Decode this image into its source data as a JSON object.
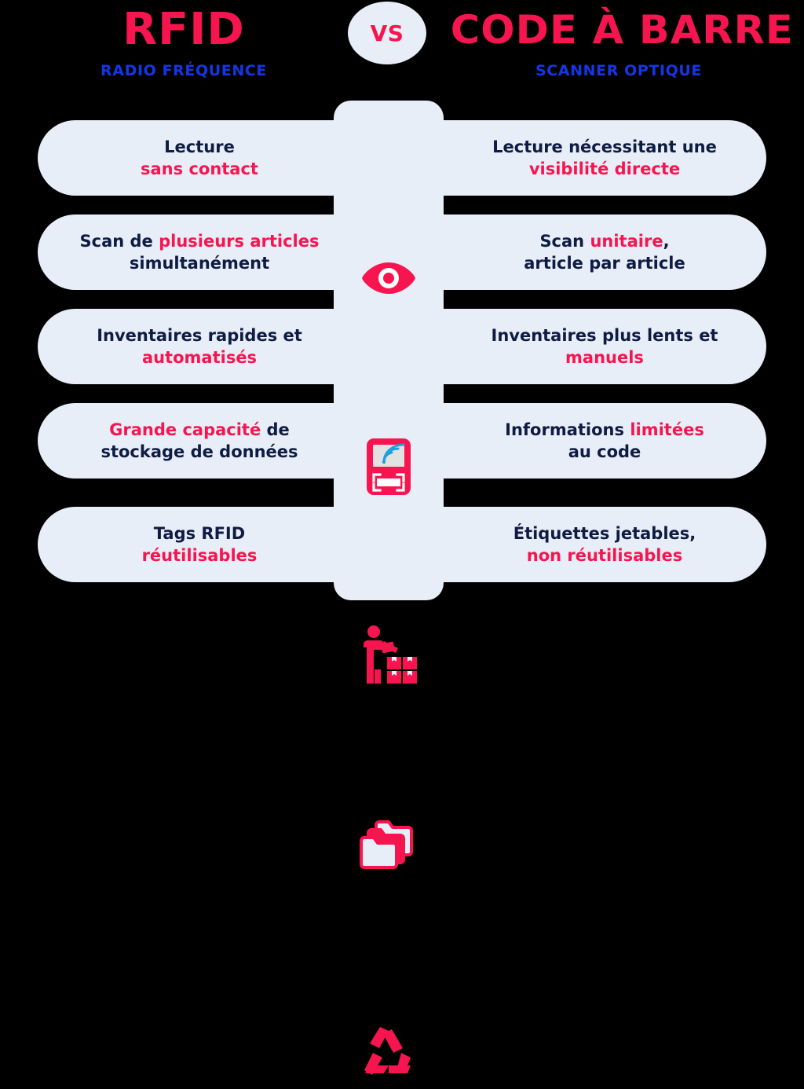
{
  "background_color": "#000000",
  "palette": {
    "pink": "#f7154f",
    "navy": "#0e1b42",
    "blue": "#1536e8",
    "panel": "#e8eef7",
    "screen_gray": "#e2e2e2",
    "wave_blue": "#1f9fe0"
  },
  "header": {
    "left": {
      "title": "RFID",
      "subtitle": "RADIO FRÉQUENCE"
    },
    "right": {
      "title": "CODE À BARRE",
      "subtitle": "SCANNER OPTIQUE"
    },
    "vs_label": "VS"
  },
  "rows": [
    {
      "icon": "eye-icon",
      "left": [
        {
          "text": "Lecture",
          "highlight": false
        },
        {
          "text": "sans contact",
          "highlight": true
        }
      ],
      "right": [
        {
          "text": "Lecture nécessitant une",
          "highlight": false
        },
        {
          "text": "visibilité directe",
          "highlight": true
        }
      ]
    },
    {
      "icon": "rfid-handheld-scanner-icon",
      "left": [
        {
          "text": "Scan de ",
          "highlight": false,
          "inline": true
        },
        {
          "text": "plusieurs articles",
          "highlight": true,
          "inline": true
        },
        {
          "text": "simultanément",
          "highlight": false
        }
      ],
      "right": [
        {
          "text": "Scan ",
          "highlight": false,
          "inline": true
        },
        {
          "text": "unitaire",
          "highlight": true,
          "inline": true
        },
        {
          "text": ",",
          "highlight": false,
          "inline": true
        },
        {
          "text": "article par article",
          "highlight": false
        }
      ]
    },
    {
      "icon": "inventory-worker-boxes-icon",
      "left": [
        {
          "text": "Inventaires rapides et",
          "highlight": false
        },
        {
          "text": "automatisés",
          "highlight": true
        }
      ],
      "right": [
        {
          "text": "Inventaires plus lents et",
          "highlight": false
        },
        {
          "text": "manuels",
          "highlight": true
        }
      ]
    },
    {
      "icon": "folders-stack-icon",
      "left": [
        {
          "text": "Grande capacité",
          "highlight": true,
          "inline": true
        },
        {
          "text": " de",
          "highlight": false,
          "inline": true
        },
        {
          "text": "stockage de données",
          "highlight": false
        }
      ],
      "right": [
        {
          "text": "Informations ",
          "highlight": false,
          "inline": true
        },
        {
          "text": "limitées",
          "highlight": true,
          "inline": true
        },
        {
          "text": "au code",
          "highlight": false
        }
      ]
    },
    {
      "icon": "recycle-icon",
      "left": [
        {
          "text": "Tags RFID",
          "highlight": false
        },
        {
          "text": "réutilisables",
          "highlight": true
        }
      ],
      "right": [
        {
          "text": "Étiquettes jetables,",
          "highlight": false
        },
        {
          "text": "non réutilisables",
          "highlight": true
        }
      ]
    }
  ]
}
